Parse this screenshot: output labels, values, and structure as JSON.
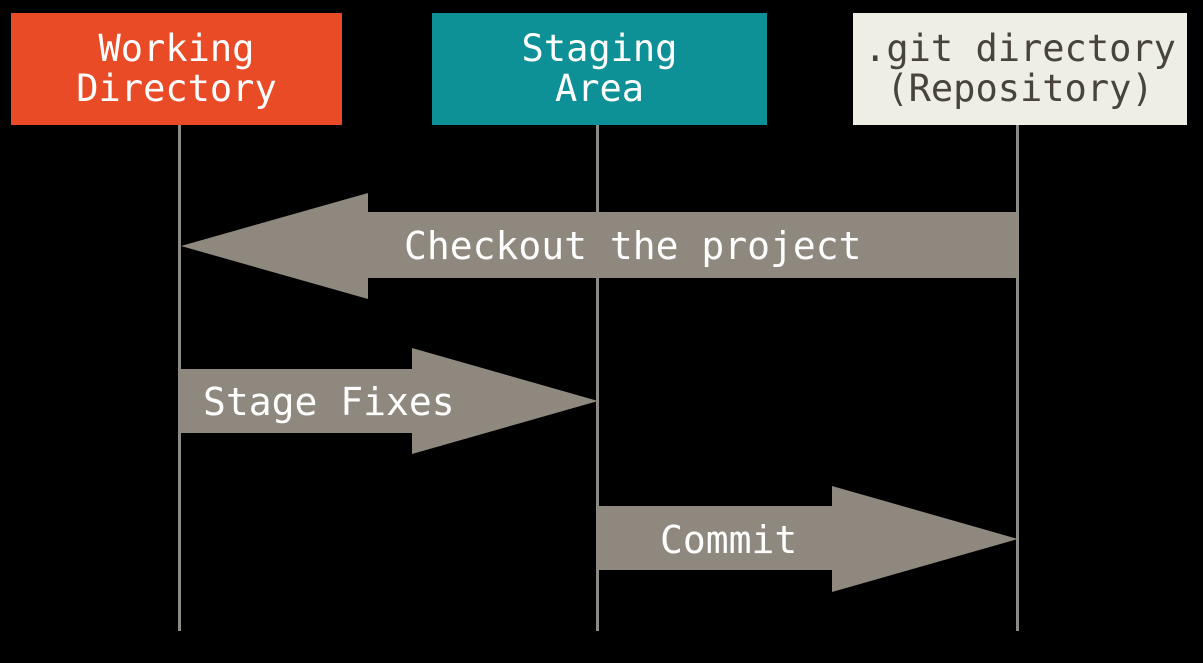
{
  "columns": [
    {
      "id": "working-directory",
      "label_lines": [
        "Working",
        "Directory"
      ]
    },
    {
      "id": "staging-area",
      "label_lines": [
        "Staging",
        "Area"
      ]
    },
    {
      "id": "git-directory",
      "label_lines": [
        ".git directory",
        "(Repository)"
      ]
    }
  ],
  "arrows": [
    {
      "label": "Checkout the project",
      "from": "git-directory",
      "to": "working-directory",
      "direction": "left"
    },
    {
      "label": "Stage Fixes",
      "from": "working-directory",
      "to": "staging-area",
      "direction": "right"
    },
    {
      "label": "Commit",
      "from": "staging-area",
      "to": "git-directory",
      "direction": "right"
    }
  ],
  "colors": {
    "background": "#000000",
    "working_directory_bg": "#E94B27",
    "staging_area_bg": "#0D9096",
    "git_directory_bg": "#EFEEE5",
    "git_directory_text": "#48443B",
    "box_text": "#FFFFFF",
    "arrow_fill": "#8F887E",
    "arrow_text": "#FFFFFF",
    "lifeline": "#8D8A85"
  }
}
